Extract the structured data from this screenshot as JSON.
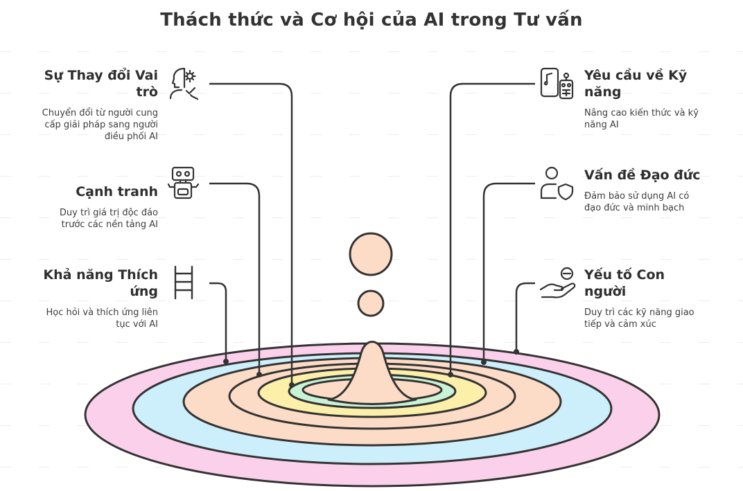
{
  "title": "Thách thức và Cơ hội của AI trong Tư vấn",
  "colors": {
    "stroke": "#333333",
    "ring_pink": "#fbd0ea",
    "ring_blue": "#cdeefb",
    "ring_peach": "#fcdcc6",
    "ring_yellow": "#fcefa9",
    "ring_green": "#c9f3d6",
    "drop": "#fcdcc6"
  },
  "items": [
    {
      "id": "role-change",
      "side": "left",
      "icon": "person-gear-icon",
      "title": "Sự Thay đổi Vai trò",
      "description": "Chuyển đổi từ người cung cấp giải pháp sang người điều phối AI"
    },
    {
      "id": "competition",
      "side": "left",
      "icon": "robot-icon",
      "title": "Cạnh tranh",
      "description": "Duy trì giá trị độc đáo trước các nền tảng AI"
    },
    {
      "id": "adaptability",
      "side": "left",
      "icon": "ladder-icon",
      "title": "Khả năng Thích ứng",
      "description": "Học hỏi và thích ứng liên tục với AI"
    },
    {
      "id": "skills",
      "side": "right",
      "icon": "phone-robot-icon",
      "title": "Yêu cầu về Kỹ năng",
      "description": "Nâng cao kiến thức và kỹ năng AI"
    },
    {
      "id": "ethics",
      "side": "right",
      "icon": "person-shield-icon",
      "title": "Vấn đề Đạo đức",
      "description": "Đảm bảo sử dụng AI có đạo đức và minh bạch"
    },
    {
      "id": "human",
      "side": "right",
      "icon": "hand-care-icon",
      "title": "Yếu tố Con người",
      "description": "Duy trì các kỹ năng giao tiếp và cảm xúc"
    }
  ]
}
